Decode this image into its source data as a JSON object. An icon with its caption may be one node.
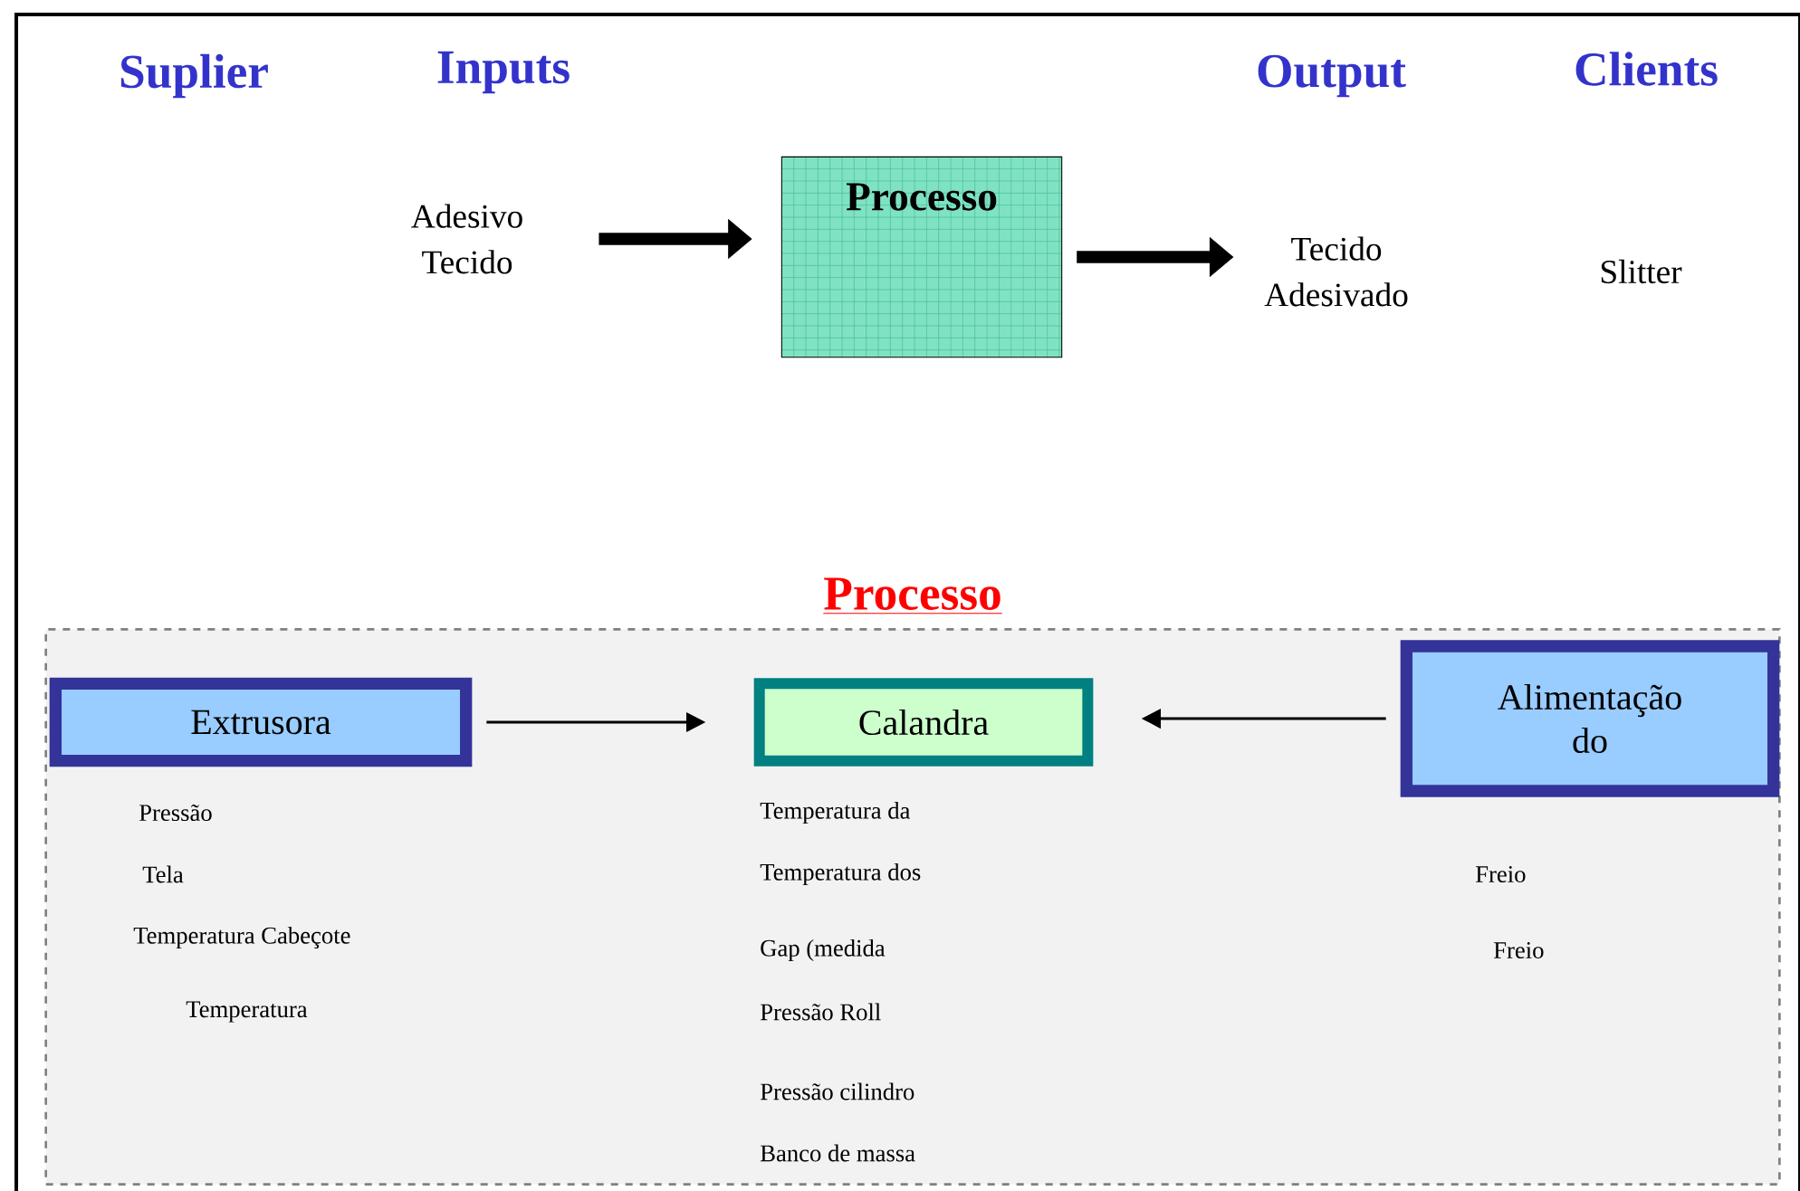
{
  "diagram": {
    "nodes": [
      {
        "text": [
          "Adesivo Tecido"
        ]
      },
      {
        "text": [
          "Processo"
        ]
      },
      {
        "text": [
          "Tecido Adesivado"
        ]
      },
      {
        "text": [
          "Processo"
        ]
      },
      {
        "text": [
          "Extrusora"
        ],
        "in": 3
      },
      {
        "text": [
          "Calandra"
        ],
        "in": 3
      },
      {
        "text": [
          "Alimentação do"
        ],
        "in": 3
      }
    ],
    "edges": [
      {
        "from": 0,
        "to": 1,
        "arrow": "to",
        "style": "thick"
      },
      {
        "from": 1,
        "to": 2,
        "arrow": "to",
        "style": "thick"
      },
      {
        "from": 4,
        "to": 5,
        "arrow": "to"
      },
      {
        "from": 6,
        "to": 5,
        "arrow": "to"
      }
    ],
    "labels": [
      "Suplier",
      "Inputs",
      "Output",
      "Clients",
      "Slitter",
      "Pressão",
      "Temperatura da",
      "Tela",
      "Temperatura dos",
      "Freio",
      "Temperatura Cabeçote",
      "Gap (medida",
      "Freio",
      "Temperatura",
      "Pressão Roll",
      "Pressão cilindro",
      "Banco de massa"
    ]
  }
}
